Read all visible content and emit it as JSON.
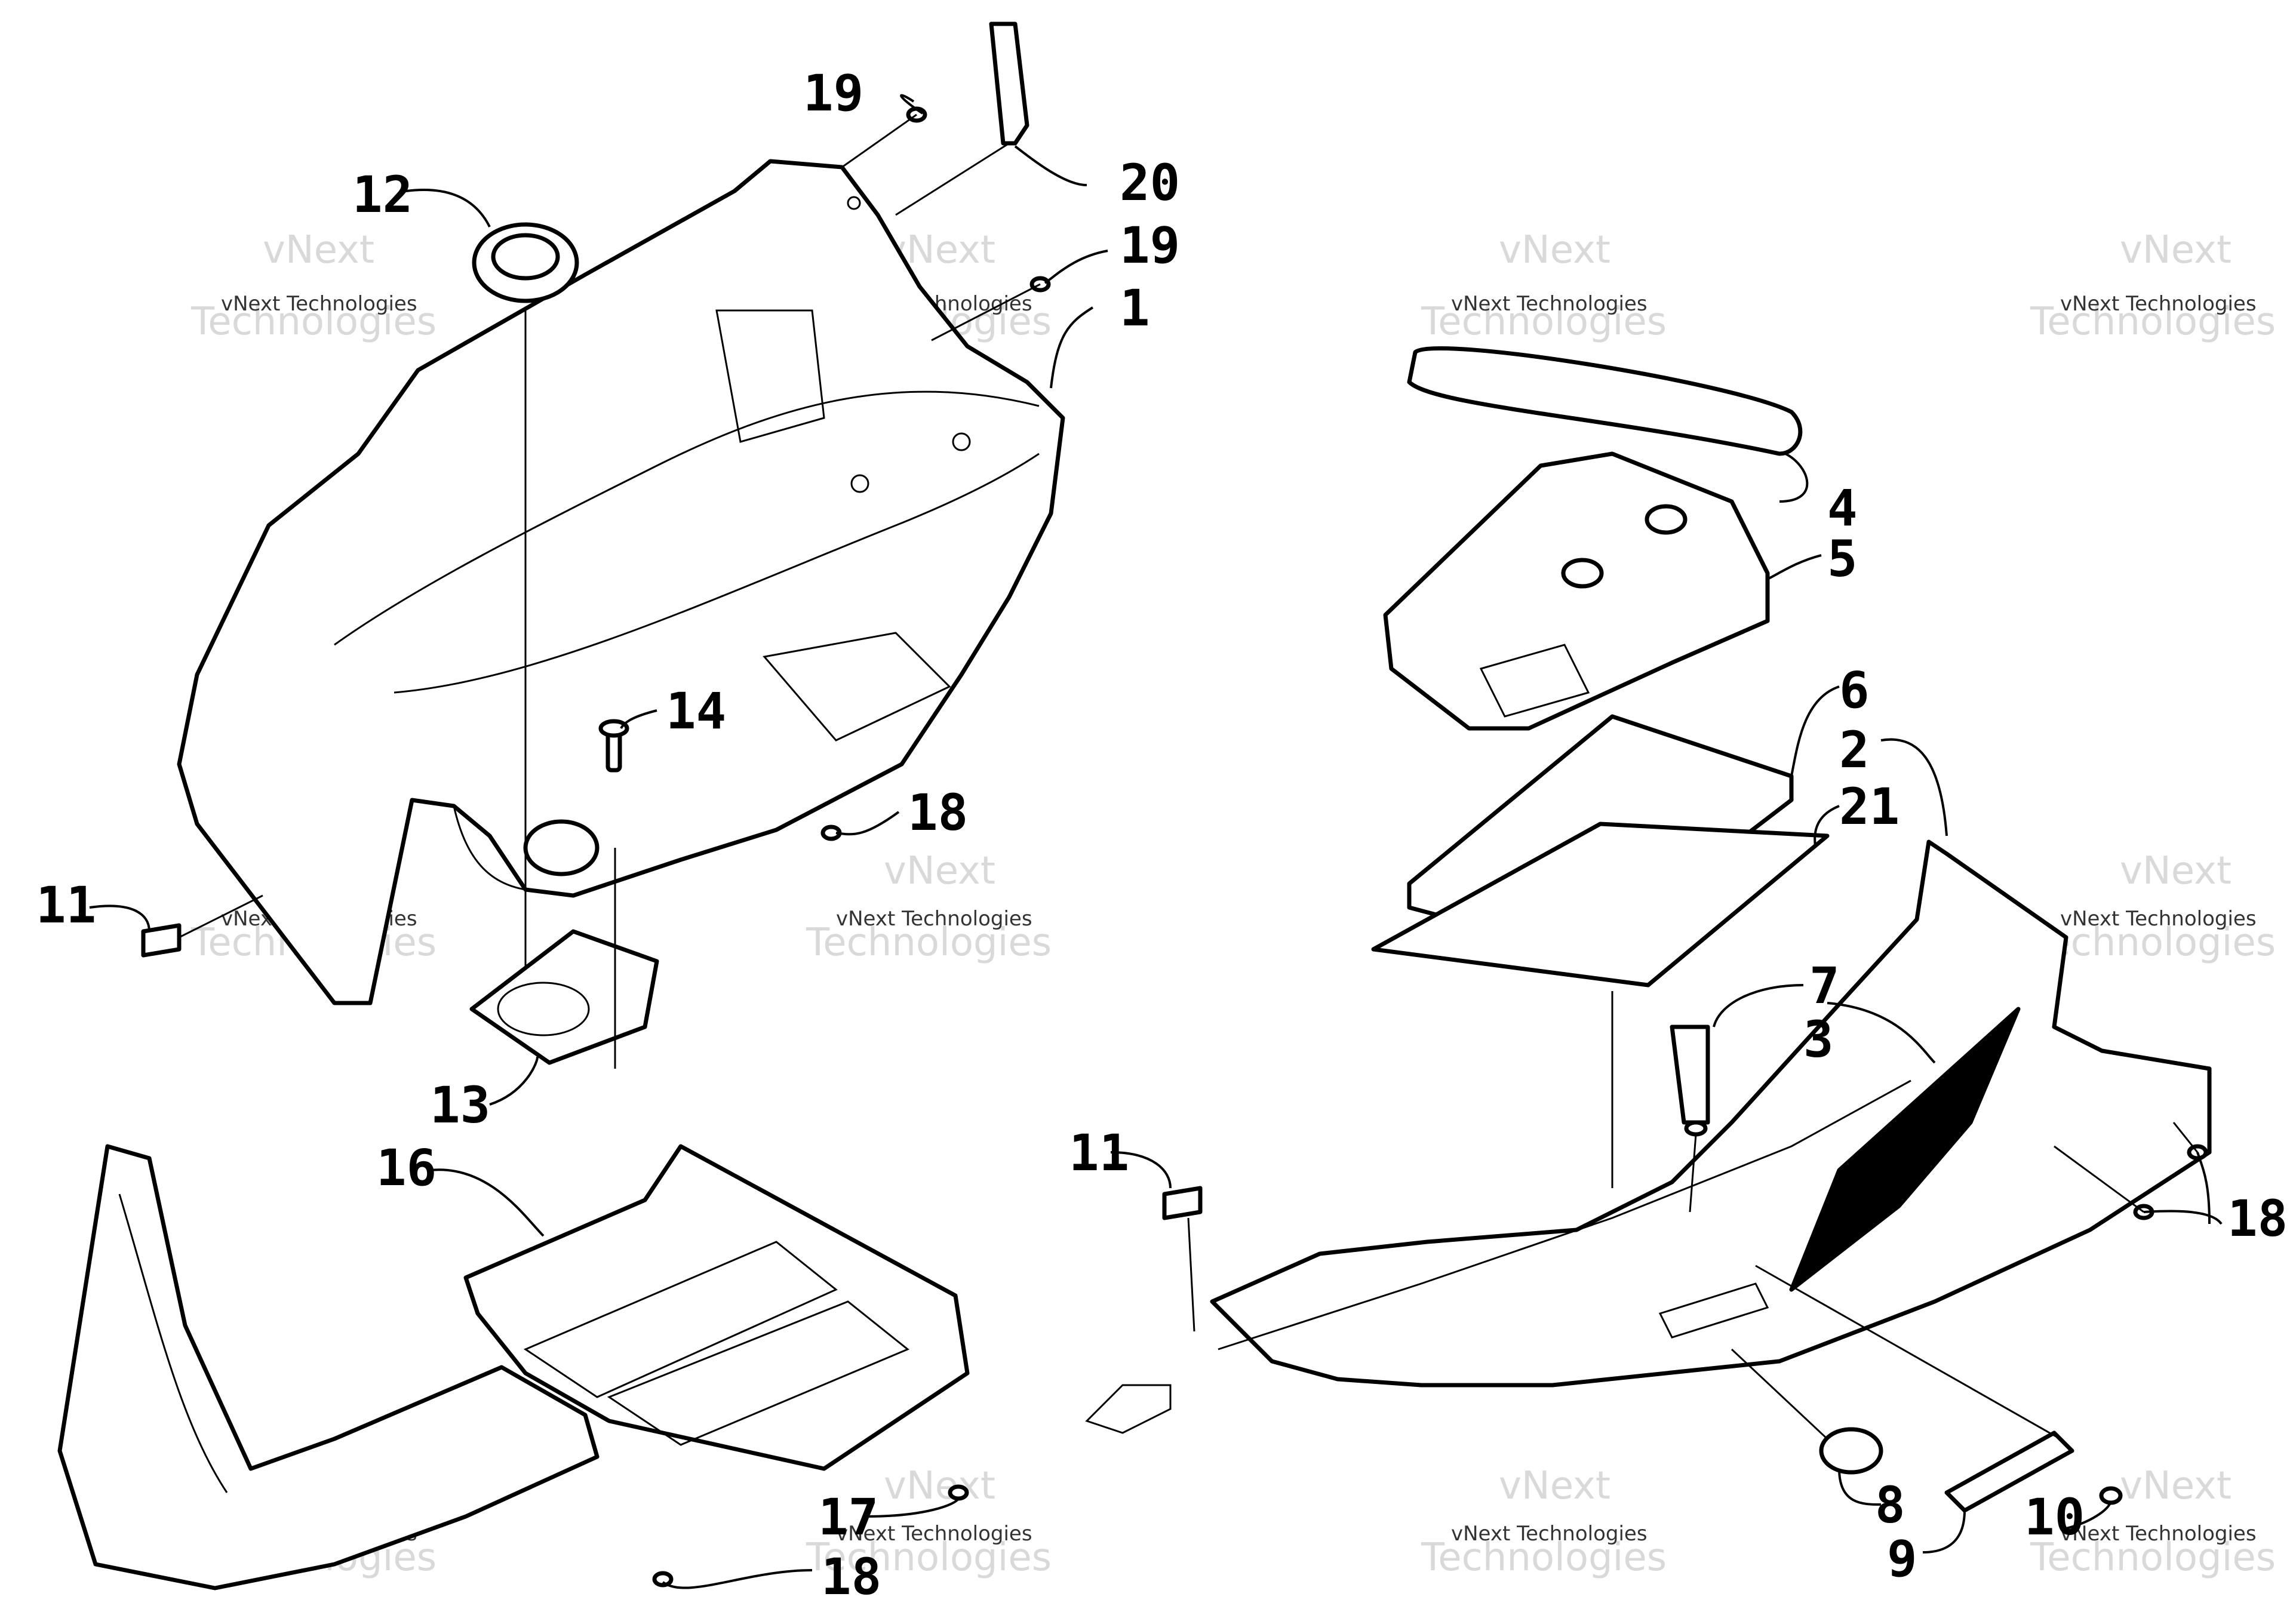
{
  "callouts": {
    "c1": "1",
    "c2": "2",
    "c3": "3",
    "c4": "4",
    "c5": "5",
    "c6": "6",
    "c7": "7",
    "c8": "8",
    "c9": "9",
    "c10": "10",
    "c11a": "11",
    "c11b": "11",
    "c12": "12",
    "c13": "13",
    "c14": "14",
    "c16": "16",
    "c17": "17",
    "c18a": "18",
    "c18b": "18",
    "c18c": "18",
    "c19a": "19",
    "c19b": "19",
    "c20": "20",
    "c21": "21"
  },
  "watermark": {
    "line1": "vNext",
    "line2": "Technologies",
    "small": "vNext Technologies"
  },
  "colors": {
    "ink": "#000000",
    "paper": "#ffffff",
    "watermark": "#d9d9d9"
  }
}
